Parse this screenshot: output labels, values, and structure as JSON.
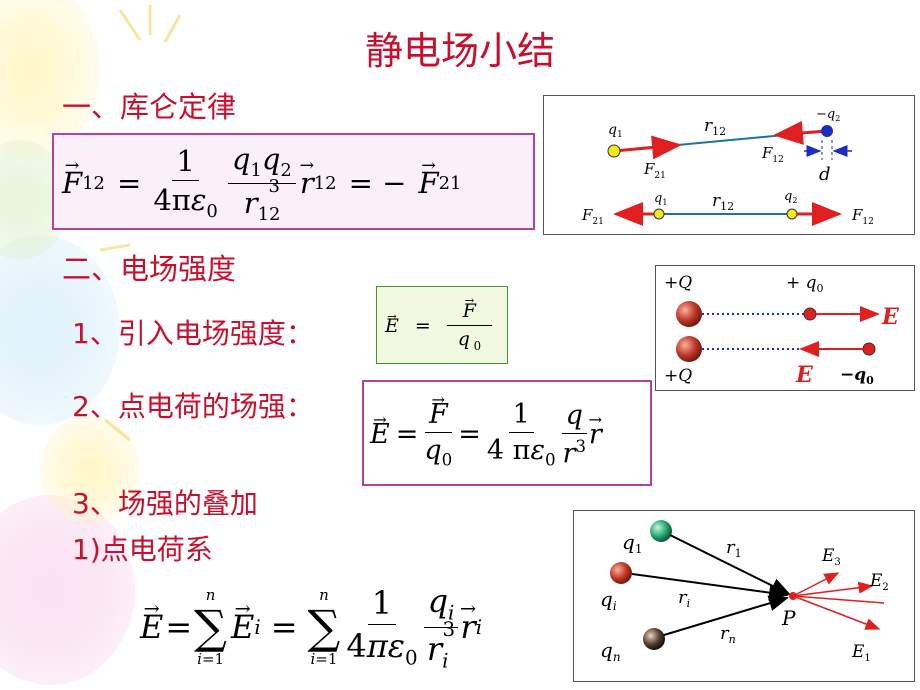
{
  "title": "静电场小结",
  "sections": {
    "coulomb": {
      "heading": "一、库仑定律"
    },
    "field": {
      "heading": "二、电场强度"
    },
    "intro": {
      "label": "1、引入电场强度："
    },
    "point": {
      "label": "2、点电荷的场强："
    },
    "superposition": {
      "label": "3、场强的叠加",
      "sub_label": "1)点电荷系"
    }
  },
  "diagram_coulomb": {
    "q1": "q",
    "q1_sub": "1",
    "q2": "−q",
    "q2_sub": "2",
    "r12": "r",
    "r12_sub": "12",
    "F12": "F",
    "F12_sub": "12",
    "F21": "F",
    "F21_sub": "21",
    "d": "d"
  },
  "diagram_field": {
    "plusQ_top": "+Q",
    "plus_q0": "+ q",
    "q0_sub": "0",
    "E_top": "E",
    "plusQ_bottom": "+Q",
    "E_bottom": "E",
    "minus_q0": "−q",
    "colors": {
      "arrow": "#e02020",
      "charge": "#c0392b",
      "dotted": "#1a2fbf"
    }
  },
  "diagram_superposition": {
    "q1": "q",
    "q1_sub": "1",
    "qi": "q",
    "qi_sub": "i",
    "qn": "q",
    "qn_sub": "n",
    "r1_sub": "1",
    "ri_sub": "i",
    "rn_sub": "n",
    "P": "P",
    "E1_sub": "1",
    "E2_sub": "2",
    "E3_sub": "3"
  },
  "colors": {
    "title": "#c8102e",
    "formula_box_border": "#b5429a",
    "intro_box_bg": "#f2f9e0",
    "intro_box_border": "#4a8f3a"
  }
}
